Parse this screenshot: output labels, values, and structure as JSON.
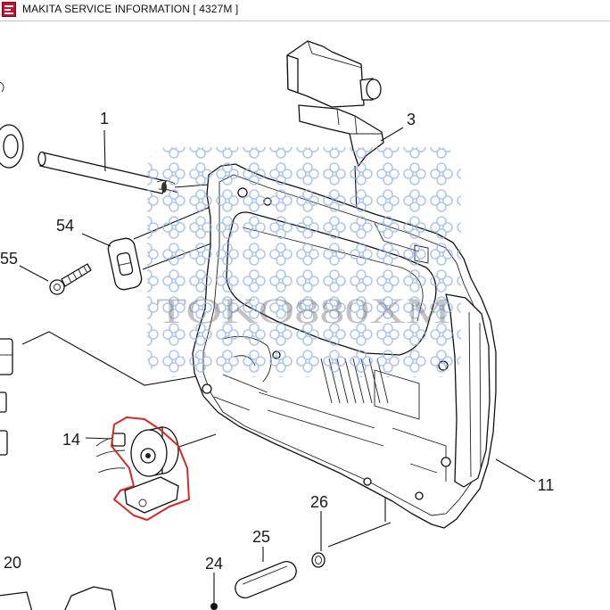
{
  "window": {
    "title": "MAKITA SERVICE INFORMATION [ 4327M ]",
    "icon": "makita-logo-icon"
  },
  "diagram": {
    "watermark_text": "TOKO880XM",
    "watermark_color": "#8fb1e6",
    "highlighted_part": "14",
    "highlight_color": "#d42a2a",
    "callouts": {
      "c1": "1",
      "c3": "3",
      "c54": "54",
      "c55": "55",
      "c14": "14",
      "c11": "11",
      "c26": "26",
      "c25": "25",
      "c24": "24",
      "c20": "20"
    }
  }
}
